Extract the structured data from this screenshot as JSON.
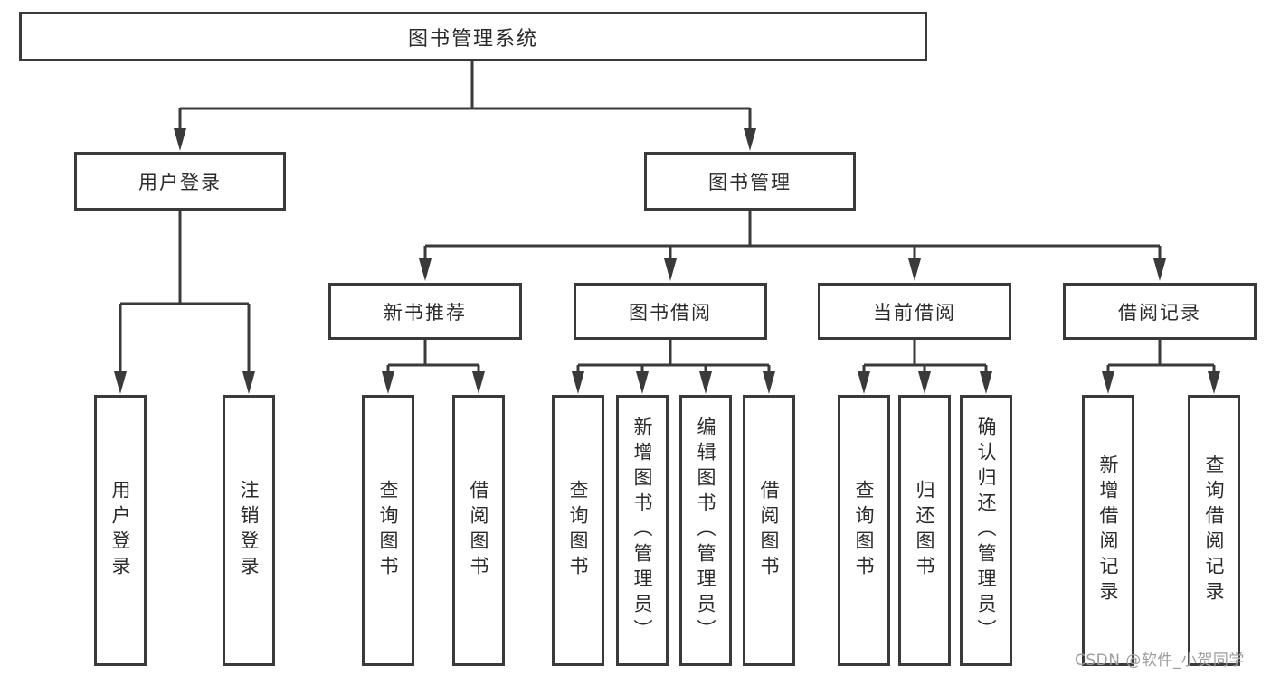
{
  "diagram": {
    "root": {
      "label": "图书管理系统"
    },
    "level2": [
      {
        "label": "用户登录",
        "parent": "图书管理系统"
      },
      {
        "label": "图书管理",
        "parent": "图书管理系统"
      }
    ],
    "level3": [
      {
        "label": "新书推荐",
        "parent": "图书管理"
      },
      {
        "label": "图书借阅",
        "parent": "图书管理"
      },
      {
        "label": "当前借阅",
        "parent": "图书管理"
      },
      {
        "label": "借阅记录",
        "parent": "图书管理"
      }
    ],
    "leaves": [
      {
        "label": "用户登录",
        "parent": "用户登录"
      },
      {
        "label": "注销登录",
        "parent": "用户登录"
      },
      {
        "label": "查询图书",
        "parent": "新书推荐"
      },
      {
        "label": "借阅图书",
        "parent": "新书推荐"
      },
      {
        "label": "查询图书",
        "parent": "图书借阅"
      },
      {
        "label": "新增图书（管理员）",
        "parent": "图书借阅"
      },
      {
        "label": "编辑图书（管理员）",
        "parent": "图书借阅"
      },
      {
        "label": "借阅图书",
        "parent": "图书借阅"
      },
      {
        "label": "查询图书",
        "parent": "当前借阅"
      },
      {
        "label": "归还图书",
        "parent": "当前借阅"
      },
      {
        "label": "确认归还（管理员）",
        "parent": "当前借阅"
      },
      {
        "label": "新增借阅记录",
        "parent": "借阅记录"
      },
      {
        "label": "查询借阅记录",
        "parent": "借阅记录"
      }
    ]
  },
  "watermark": {
    "text": "CSDN @软件_小贺同学"
  },
  "colors": {
    "line": "#3a3a3a",
    "box_border": "#3a3a3a",
    "text": "#2b2b2b",
    "watermark": "#9e9e9e",
    "background": "#ffffff"
  }
}
